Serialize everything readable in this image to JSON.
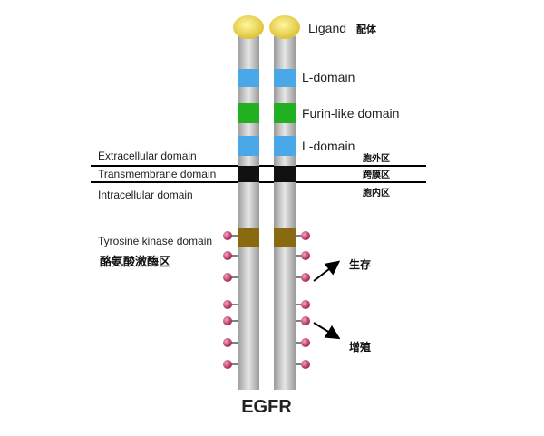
{
  "title": "EGFR",
  "domains": {
    "ligand": "Ligand",
    "ligand_cn": "配体",
    "l_domain_1": "L-domain",
    "furin_like": "Furin-like domain",
    "l_domain_2": "L-domain",
    "extracellular": "Extracellular domain",
    "extracellular_cn": "胞外区",
    "transmembrane": "Transmembrane domain",
    "transmembrane_cn": "跨膜区",
    "intracellular": "Intracellular domain",
    "intracellular_cn": "胞内区",
    "tyrosine_kinase": "Tyrosine kinase domain",
    "tyrosine_kinase_cn": "酪氨酸激酶区"
  },
  "outcomes": {
    "survival_cn": "生存",
    "proliferation_cn": "增殖"
  },
  "colors": {
    "ligand": "#f0d84a",
    "receptor_body": "#c8c8c8",
    "l_domain": "#4aa8e8",
    "furin_like": "#22b022",
    "transmembrane": "#111111",
    "tyrosine_kinase": "#8a6a10",
    "phospho_site": "#c03060",
    "membrane_line": "#000000"
  }
}
